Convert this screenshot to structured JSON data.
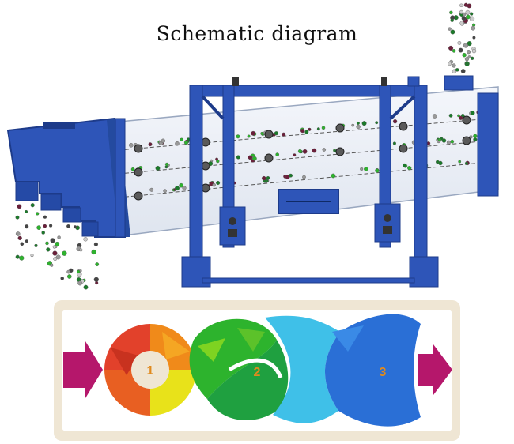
{
  "title": "Schematic diagram",
  "zones": [
    {
      "label": "1"
    },
    {
      "label": "2"
    },
    {
      "label": "3"
    }
  ],
  "colors": {
    "frame_blue": "#2e55b8",
    "frame_dark": "#1d3b8a",
    "screen_box": "#e9eef6",
    "flow_panel_bg": "#efe6d4",
    "arrow_magenta": "#b5176b",
    "zone1_red": "#e2412b",
    "zone1_orange": "#f08a1a",
    "zone1_yellow": "#e8e21a",
    "zone2_green": "#2db32d",
    "zone2_light_green": "#7ed321",
    "zone3_cyan": "#3fc0e8",
    "zone3_blue": "#2a6fd6"
  }
}
